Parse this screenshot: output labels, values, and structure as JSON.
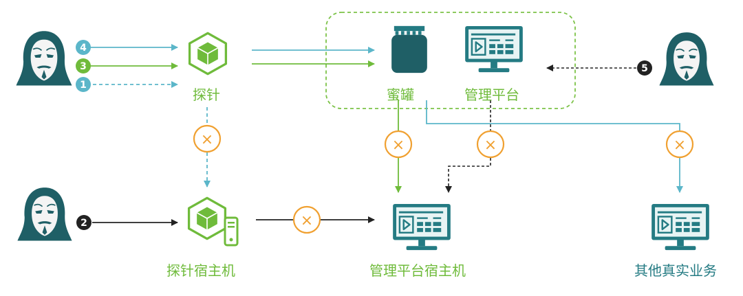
{
  "labels": {
    "probe": "探针",
    "honeypot": "蜜罐",
    "platform": "管理平台",
    "probe_host": "探针宿主机",
    "platform_host": "管理平台宿主机",
    "business": "其他真实业务"
  },
  "steps": [
    "4",
    "3",
    "1",
    "2",
    "5"
  ],
  "blocked_symbol": "×",
  "colors": {
    "teal": "#247b83",
    "dark_teal": "#1f5f66",
    "green": "#6fbb3b",
    "light_teal": "#5bb6c9",
    "orange": "#f0a030",
    "dark": "#222222",
    "dashed_border": "#7cc247"
  },
  "icons": {
    "attacker": "anonymous-mask-icon",
    "probe": "green-cube-icon",
    "honeypot": "honeypot-jar-icon",
    "monitor": "monitor-dashboard-icon",
    "server": "server-tower-icon",
    "blocked": "blocked-x-icon"
  }
}
